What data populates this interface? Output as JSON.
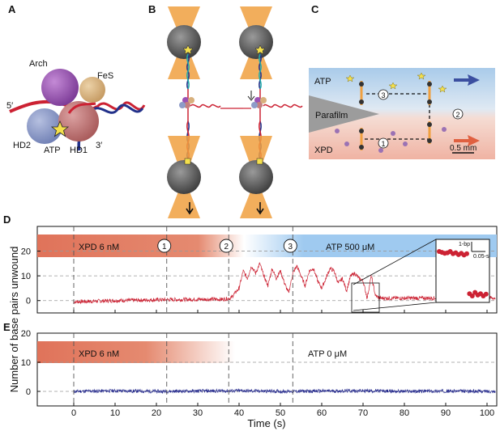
{
  "panels": {
    "a": {
      "letter": "A",
      "labels": {
        "arch": "Arch",
        "fes": "FeS",
        "hd2": "HD2",
        "hd1": "HD1",
        "atp": "ATP",
        "five_prime": "5′",
        "three_prime": "3′"
      },
      "colors": {
        "arch": "#9b52b4",
        "fes": "#d8b07c",
        "hd2": "#8e9cc8",
        "hd1": "#c47f7f",
        "dna_red": "#cc2233",
        "dna_blue": "#22318a",
        "atp_star": "#f4e04d"
      }
    },
    "b": {
      "letter": "B",
      "colors": {
        "bead": "#555555",
        "trap_cone": "#f0a040"
      }
    },
    "c": {
      "letter": "C",
      "labels": {
        "atp": "ATP",
        "xpd": "XPD",
        "parafilm": "Parafilm",
        "scale": "0.5 mm",
        "step1": "1",
        "step2": "2",
        "step3": "3"
      },
      "colors": {
        "top_channel": "#a9cbea",
        "bottom_channel": "#f0b3a3",
        "arrow_top": "#3b4fa0",
        "arrow_bottom": "#e06040"
      }
    },
    "d": {
      "letter": "D",
      "bar_left": "XPD 6 nM",
      "bar_right": "ATP 500 μM",
      "markers": [
        "1",
        "2",
        "3"
      ],
      "inset": {
        "scale_y": "1-bp",
        "scale_x": "0.05-s"
      }
    },
    "e": {
      "letter": "E",
      "bar_left": "XPD 6 nM",
      "bar_right": "ATP 0 μM"
    }
  },
  "axes": {
    "xlabel": "Time (s)",
    "ylabel": "Number of base pairs unwound"
  },
  "chart_data": [
    {
      "type": "line",
      "panel": "D",
      "xlabel": "Time (s)",
      "ylabel": "Number of base pairs unwound",
      "xlim": [
        -10,
        102
      ],
      "ylim": [
        -5,
        30
      ],
      "yticks": [
        0,
        10,
        20
      ],
      "xticks": [
        0,
        10,
        20,
        30,
        40,
        50,
        60,
        70,
        80,
        90,
        100
      ],
      "event_lines_x": [
        22.5,
        37.5,
        53
      ],
      "color": "#cc2233",
      "series": [
        {
          "x": [
            0,
            10,
            20,
            30,
            36,
            38,
            40,
            41,
            42,
            43,
            44,
            45,
            46,
            47,
            48,
            49,
            50,
            51,
            52,
            53,
            54,
            55,
            56,
            57,
            58,
            59,
            60,
            61,
            62,
            63,
            64,
            65,
            66,
            67,
            68,
            69,
            70,
            71,
            72,
            73,
            74,
            80,
            90,
            102
          ],
          "values": [
            -0.5,
            0,
            0.3,
            0.5,
            0.5,
            1,
            5,
            12,
            9,
            14,
            11,
            15,
            10,
            6,
            13,
            9,
            12,
            7,
            3,
            11,
            14,
            10,
            6,
            12,
            13,
            8,
            5,
            9,
            13,
            12,
            7,
            9,
            4,
            10,
            11,
            9,
            8,
            1,
            10,
            2,
            1,
            1,
            1,
            1
          ]
        }
      ]
    },
    {
      "type": "line",
      "panel": "E",
      "xlabel": "Time (s)",
      "ylabel": "Number of base pairs unwound",
      "xlim": [
        -10,
        102
      ],
      "ylim": [
        -5,
        20
      ],
      "yticks": [
        0,
        10,
        20
      ],
      "xticks": [
        0,
        10,
        20,
        30,
        40,
        50,
        60,
        70,
        80,
        90,
        100
      ],
      "event_lines_x": [
        22.5,
        37.5,
        53
      ],
      "color": "#2a2f8f",
      "series": [
        {
          "x": [
            0,
            10,
            20,
            30,
            40,
            50,
            60,
            70,
            80,
            90,
            102
          ],
          "values": [
            0,
            0.2,
            0,
            0.1,
            0.2,
            0,
            0.1,
            0.2,
            0,
            0.1,
            0
          ]
        }
      ]
    },
    {
      "type": "scatter",
      "panel": "D-inset",
      "color": "#cc2233",
      "series": [
        {
          "x": [
            0,
            1,
            2,
            3,
            4,
            5,
            6,
            7,
            8,
            9,
            10,
            11,
            12,
            13,
            14,
            15,
            16,
            17
          ],
          "values": [
            1,
            0.98,
            0.96,
            0.97,
            1.0,
            0.95,
            0.97,
            0.93,
            0.96,
            0.92,
            0.95,
            0.05,
            0,
            0.08,
            0.02,
            0.05,
            0,
            0.04
          ]
        }
      ]
    }
  ]
}
